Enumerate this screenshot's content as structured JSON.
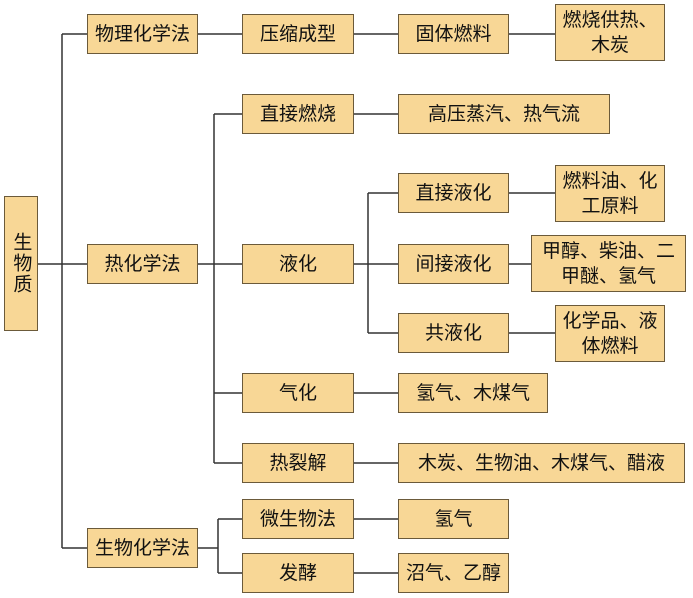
{
  "root": "生物质",
  "level1": {
    "physical": "物理化学法",
    "thermal": "热化学法",
    "biological": "生物化学法"
  },
  "level2": {
    "compression": "压缩成型",
    "direct_combustion": "直接燃烧",
    "liquefaction": "液化",
    "gasification": "气化",
    "pyrolysis": "热裂解",
    "microbial": "微生物法",
    "fermentation": "发酵"
  },
  "level3": {
    "solid_fuel": "固体燃料",
    "steam": "高压蒸汽、热气流",
    "direct_liquefaction": "直接液化",
    "indirect_liquefaction": "间接液化",
    "co_liquefaction": "共液化",
    "gas_products": "氢气、木煤气",
    "pyrolysis_products": "木炭、生物油、木煤气、醋液",
    "hydrogen": "氢气",
    "biogas": "沼气、乙醇"
  },
  "level4": {
    "heat_charcoal": "燃烧供热、木炭",
    "fuel_oil": "燃料油、化工原料",
    "methanol": "甲醇、柴油、二甲醚、氢气",
    "chemicals": "化学品、液体燃料"
  }
}
